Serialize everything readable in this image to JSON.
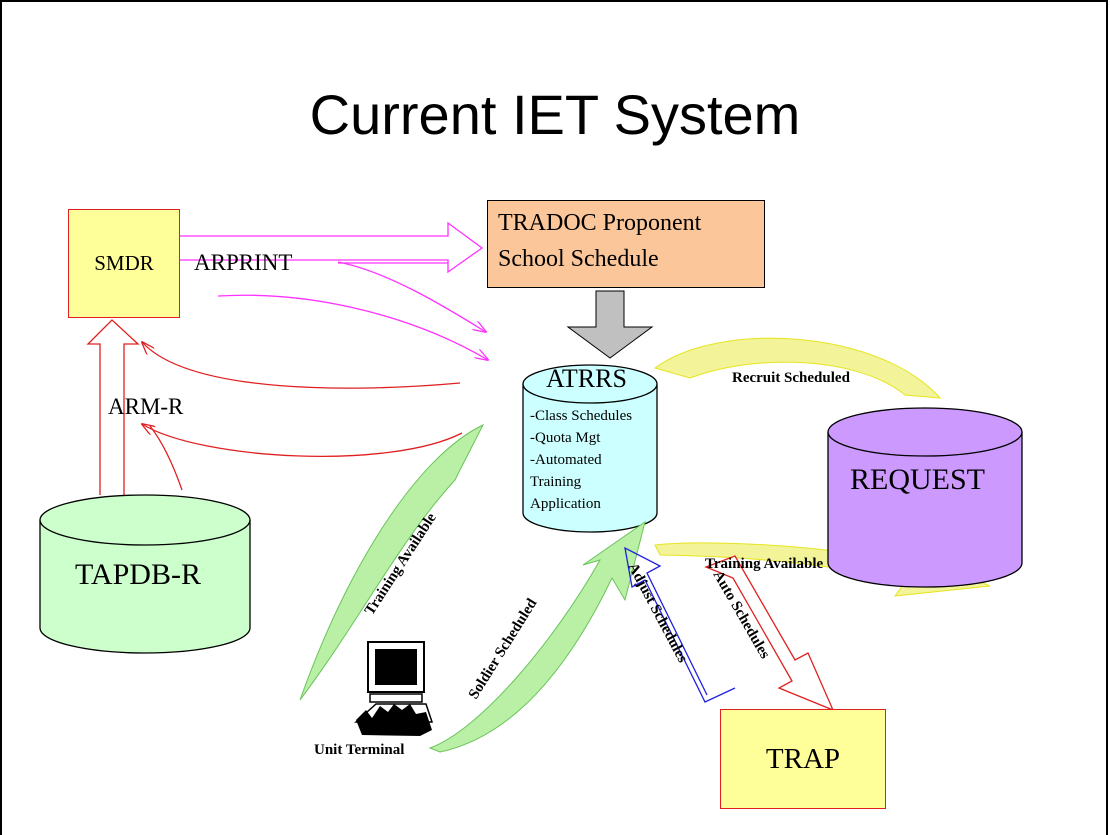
{
  "title": "Current IET System",
  "nodes": {
    "smdr": "SMDR",
    "tradoc_line1": "TRADOC Proponent",
    "tradoc_line2": "School Schedule",
    "atrrs_title": "ATRRS",
    "atrrs_items": [
      "-Class Schedules",
      "-Quota Mgt",
      "-Automated",
      "Training",
      "Application"
    ],
    "request": "REQUEST",
    "tapdb": "TAPDB-R",
    "trap": "TRAP",
    "unit_terminal": "Unit Terminal"
  },
  "edges": {
    "arprint": "ARPRINT",
    "arm_r": "ARM-R",
    "recruit_scheduled": "Recruit Scheduled",
    "training_available_right": "Training Available",
    "training_available_left": "Training Available",
    "soldier_scheduled": "Soldier Scheduled",
    "adjust_schedules": "Adjust Schedules",
    "auto_schedules": "Auto Schedules"
  },
  "colors": {
    "magenta_arrow": "#ff33ff",
    "red_arrow": "#e02020",
    "smdr_fill": "#ffff99",
    "tradoc_fill": "#fbc79a",
    "atrrs_fill": "#ccffff",
    "request_fill": "#cc99ff",
    "tapdb_fill": "#ccffcc",
    "trap_fill": "#ffff99",
    "green_arrow": "#b9f0a6",
    "yellow_arrow": "#f3f39a",
    "blue_arrow": "#2020e0",
    "gray_arrow": "#c0c0c0"
  }
}
